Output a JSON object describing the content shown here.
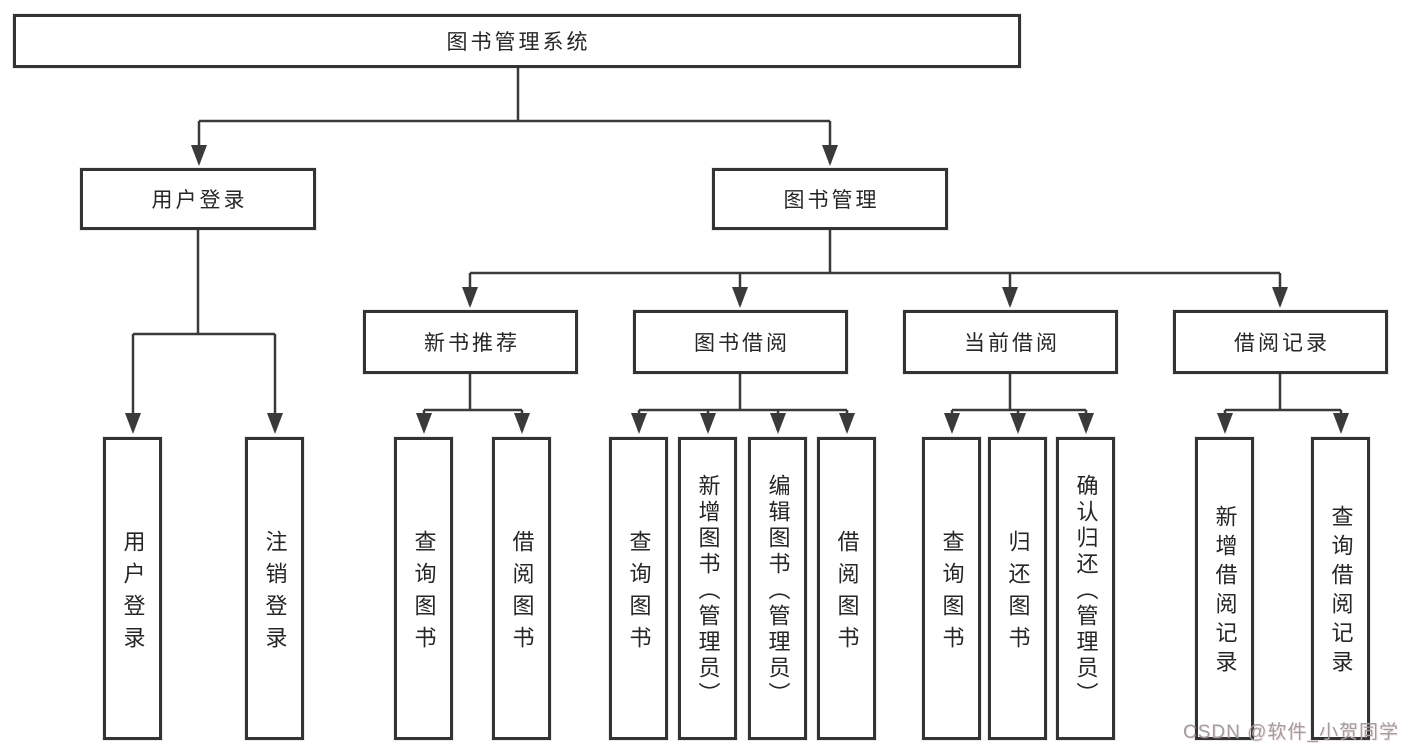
{
  "diagram": {
    "title": "图书管理系统",
    "level2": [
      "用户登录",
      "图书管理"
    ],
    "level3": [
      "新书推荐",
      "图书借阅",
      "当前借阅",
      "借阅记录"
    ],
    "leaves": {
      "user": [
        "用户登录",
        "注销登录"
      ],
      "recommend": [
        "查询图书",
        "借阅图书"
      ],
      "borrow": [
        "查询图书",
        "新增图书（管理员）",
        "编辑图书（管理员）",
        "借阅图书"
      ],
      "current": [
        "查询图书",
        "归还图书",
        "确认归还（管理员）"
      ],
      "records": [
        "新增借阅记录",
        "查询借阅记录"
      ]
    }
  },
  "watermark": "CSDN @软件_小贺同学",
  "colors": {
    "line": "#3a3a3a",
    "box_border": "#333333",
    "box_fill": "#ffffff",
    "text": "#262626",
    "watermark": "#9f9f9f",
    "background": "#ffffff"
  }
}
